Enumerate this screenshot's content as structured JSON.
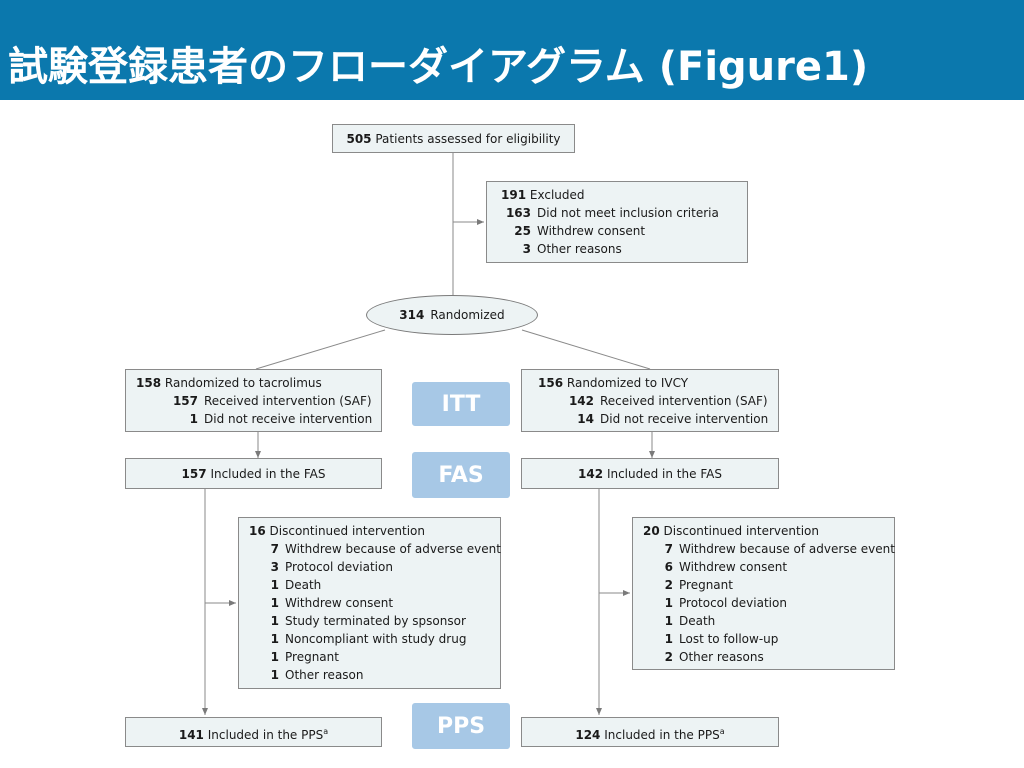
{
  "header": {
    "title": "試験登録患者のフローダイアグラム (Figure1)"
  },
  "colors": {
    "header_bg": "#0b78ad",
    "box_bg": "#edf3f4",
    "label_bg": "#a7c8e6"
  },
  "assessed": {
    "n": "505",
    "label": "Patients assessed for eligibility"
  },
  "excluded": {
    "n": "191",
    "label": "Excluded",
    "items": [
      {
        "n": "163",
        "label": "Did not meet inclusion criteria"
      },
      {
        "n": "25",
        "label": "Withdrew consent"
      },
      {
        "n": "3",
        "label": "Other reasons"
      }
    ]
  },
  "randomized": {
    "n": "314",
    "label": "Randomized"
  },
  "stage_labels": {
    "itt": "ITT",
    "fas": "FAS",
    "pps": "PPS"
  },
  "left_arm": {
    "randomized": {
      "n": "158",
      "label": "Randomized to tacrolimus"
    },
    "received": {
      "n": "157",
      "label": "Received intervention (SAF)"
    },
    "not_received": {
      "n": "1",
      "label": "Did not receive intervention"
    },
    "fas": {
      "n": "157",
      "label": "Included in the FAS"
    },
    "discontinued": {
      "n": "16",
      "label": "Discontinued intervention",
      "items": [
        {
          "n": "7",
          "label": "Withdrew because of adverse event"
        },
        {
          "n": "3",
          "label": "Protocol deviation"
        },
        {
          "n": "1",
          "label": "Death"
        },
        {
          "n": "1",
          "label": "Withdrew consent"
        },
        {
          "n": "1",
          "label": "Study terminated by spsonsor"
        },
        {
          "n": "1",
          "label": "Noncompliant with study drug"
        },
        {
          "n": "1",
          "label": "Pregnant"
        },
        {
          "n": "1",
          "label": "Other reason"
        }
      ]
    },
    "pps": {
      "n": "141",
      "label": "Included in the PPS",
      "sup": "a"
    }
  },
  "right_arm": {
    "randomized": {
      "n": "156",
      "label": "Randomized to IVCY"
    },
    "received": {
      "n": "142",
      "label": "Received intervention (SAF)"
    },
    "not_received": {
      "n": "14",
      "label": "Did not receive intervention"
    },
    "fas": {
      "n": "142",
      "label": "Included in the FAS"
    },
    "discontinued": {
      "n": "20",
      "label": "Discontinued intervention",
      "items": [
        {
          "n": "7",
          "label": "Withdrew because of adverse event"
        },
        {
          "n": "6",
          "label": "Withdrew consent"
        },
        {
          "n": "2",
          "label": "Pregnant"
        },
        {
          "n": "1",
          "label": "Protocol deviation"
        },
        {
          "n": "1",
          "label": "Death"
        },
        {
          "n": "1",
          "label": "Lost to follow-up"
        },
        {
          "n": "2",
          "label": "Other reasons"
        }
      ]
    },
    "pps": {
      "n": "124",
      "label": "Included in the PPS",
      "sup": "a"
    }
  }
}
